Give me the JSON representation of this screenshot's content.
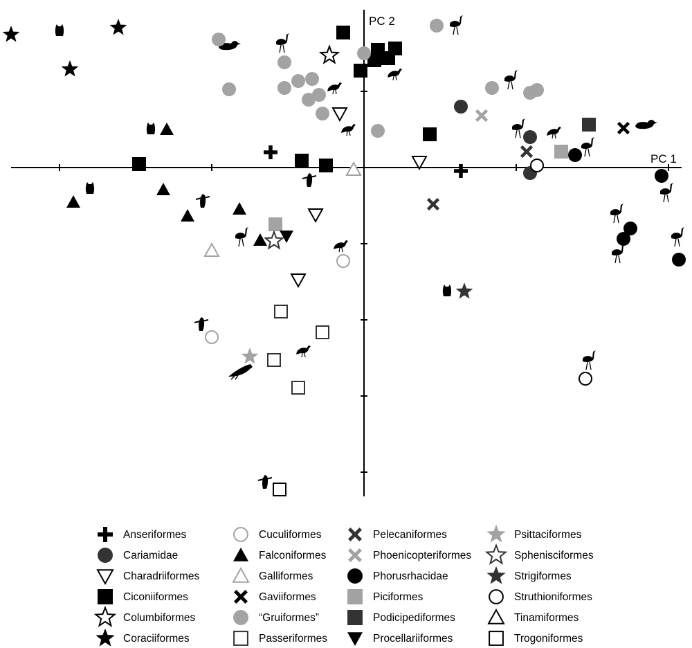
{
  "chart_data": {
    "type": "scatter",
    "title": "",
    "xlabel": "PC 1",
    "ylabel": "PC 2",
    "xlim": [
      -5.2,
      4.6
    ],
    "ylim": [
      -4.7,
      2.2
    ],
    "grid": false,
    "legend_position": "bottom",
    "ticks": {
      "x": [
        -4.4,
        -2.2,
        2.2,
        4.4
      ],
      "y": [
        -4.4,
        -3.3,
        -2.2,
        -1.1,
        1.1
      ]
    },
    "colors": {
      "black": "#000000",
      "dark": "#333333",
      "gray": "#a3a3a3"
    },
    "legend": [
      {
        "label": "Anseriformes",
        "marker": "plus",
        "color": "#000000"
      },
      {
        "label": "Cariamidae",
        "marker": "circle",
        "color": "#333333"
      },
      {
        "label": "Charadriiformes",
        "marker": "triangle-down-open",
        "color": "#000000"
      },
      {
        "label": "Ciconiiformes",
        "marker": "square",
        "color": "#000000"
      },
      {
        "label": "Columbiformes",
        "marker": "star-open",
        "color": "#000000"
      },
      {
        "label": "Coraciiformes",
        "marker": "star",
        "color": "#000000"
      },
      {
        "label": "Cuculiformes",
        "marker": "circle-open",
        "color": "#a3a3a3"
      },
      {
        "label": "Falconiformes",
        "marker": "triangle-up",
        "color": "#000000"
      },
      {
        "label": "Galliformes",
        "marker": "triangle-up-open",
        "color": "#a3a3a3"
      },
      {
        "label": "Gaviiformes",
        "marker": "cross",
        "color": "#000000"
      },
      {
        "label": "“Gruiformes”",
        "marker": "circle",
        "color": "#a3a3a3"
      },
      {
        "label": "Passeriformes",
        "marker": "square-open",
        "color": "#333333"
      },
      {
        "label": "Pelecaniformes",
        "marker": "cross",
        "color": "#333333"
      },
      {
        "label": "Phoenicopteriformes",
        "marker": "cross",
        "color": "#a3a3a3"
      },
      {
        "label": "Phorusrhacidae",
        "marker": "circle",
        "color": "#000000"
      },
      {
        "label": "Piciformes",
        "marker": "square",
        "color": "#a3a3a3"
      },
      {
        "label": "Podicipediformes",
        "marker": "square",
        "color": "#333333"
      },
      {
        "label": "Procellariiformes",
        "marker": "triangle-down",
        "color": "#000000"
      },
      {
        "label": "Psittaciformes",
        "marker": "star",
        "color": "#a3a3a3"
      },
      {
        "label": "Sphenisciformes",
        "marker": "star-open",
        "color": "#333333"
      },
      {
        "label": "Strigiformes",
        "marker": "star",
        "color": "#333333"
      },
      {
        "label": "Struthioniformes",
        "marker": "circle-open",
        "color": "#000000"
      },
      {
        "label": "Tinamiformes",
        "marker": "triangle-up-open",
        "color": "#000000"
      },
      {
        "label": "Trogoniformes",
        "marker": "square-open",
        "color": "#000000"
      }
    ],
    "series": [
      {
        "name": "Anseriformes",
        "points": [
          [
            -1.35,
            0.22
          ],
          [
            1.4,
            -0.05
          ]
        ]
      },
      {
        "name": "Cariamidae",
        "points": [
          [
            1.4,
            0.88
          ],
          [
            2.4,
            0.44
          ],
          [
            2.4,
            -0.08
          ]
        ]
      },
      {
        "name": "Charadriiformes",
        "points": [
          [
            -0.35,
            0.78
          ],
          [
            0.8,
            0.08
          ],
          [
            -0.7,
            -0.68
          ],
          [
            -0.95,
            -1.62
          ]
        ]
      },
      {
        "name": "Ciconiiformes",
        "points": [
          [
            -3.25,
            0.05
          ],
          [
            -0.9,
            0.1
          ],
          [
            -0.55,
            0.03
          ],
          [
            0.95,
            0.48
          ],
          [
            -0.3,
            1.95
          ],
          [
            0.2,
            1.7
          ],
          [
            0.45,
            1.72
          ],
          [
            -0.05,
            1.4
          ],
          [
            0.15,
            1.55
          ],
          [
            0.35,
            1.58
          ]
        ]
      },
      {
        "name": "Columbiformes",
        "points": [
          [
            -0.5,
            1.62
          ]
        ]
      },
      {
        "name": "Coraciiformes",
        "points": [
          [
            -5.1,
            1.92
          ],
          [
            -3.55,
            2.02
          ],
          [
            -4.25,
            1.42
          ]
        ]
      },
      {
        "name": "Cuculiformes",
        "points": [
          [
            -0.3,
            -1.35
          ],
          [
            -2.2,
            -2.45
          ]
        ]
      },
      {
        "name": "Falconiformes",
        "points": [
          [
            -2.85,
            0.55
          ],
          [
            -4.2,
            -0.5
          ],
          [
            -2.9,
            -0.32
          ],
          [
            -2.55,
            -0.7
          ],
          [
            -1.8,
            -0.6
          ],
          [
            -1.5,
            -1.05
          ]
        ]
      },
      {
        "name": "Galliformes",
        "points": [
          [
            -0.15,
            -0.03
          ],
          [
            -2.2,
            -1.2
          ]
        ]
      },
      {
        "name": "Gaviiformes",
        "points": [
          [
            3.75,
            0.57
          ]
        ]
      },
      {
        "name": "“Gruiformes”",
        "points": [
          [
            -2.1,
            1.85
          ],
          [
            -1.15,
            1.52
          ],
          [
            -0.95,
            1.25
          ],
          [
            -0.8,
            0.98
          ],
          [
            -0.6,
            0.78
          ],
          [
            0.2,
            0.53
          ],
          [
            -1.95,
            1.13
          ],
          [
            -1.15,
            1.15
          ],
          [
            -0.75,
            1.28
          ],
          [
            -0.65,
            1.05
          ],
          [
            0.0,
            1.65
          ],
          [
            1.05,
            2.05
          ],
          [
            1.85,
            1.15
          ],
          [
            2.4,
            1.08
          ],
          [
            2.5,
            1.12
          ]
        ]
      },
      {
        "name": "Passeriformes",
        "points": [
          [
            -1.2,
            -2.08
          ],
          [
            -0.6,
            -2.38
          ],
          [
            -1.3,
            -2.78
          ],
          [
            -0.95,
            -3.18
          ]
        ]
      },
      {
        "name": "Pelecaniformes",
        "points": [
          [
            2.35,
            0.23
          ],
          [
            1.0,
            -0.53
          ]
        ]
      },
      {
        "name": "Phoenicopteriformes",
        "points": [
          [
            1.7,
            0.75
          ]
        ]
      },
      {
        "name": "Phorusrhacidae",
        "points": [
          [
            3.05,
            0.18
          ],
          [
            4.3,
            -0.12
          ],
          [
            3.85,
            -0.88
          ],
          [
            3.75,
            -1.03
          ],
          [
            4.55,
            -1.33
          ]
        ]
      },
      {
        "name": "Piciformes",
        "points": [
          [
            -1.28,
            -0.82
          ],
          [
            2.85,
            0.23
          ]
        ]
      },
      {
        "name": "Podicipediformes",
        "points": [
          [
            3.25,
            0.62
          ]
        ]
      },
      {
        "name": "Procellariiformes",
        "points": [
          [
            -1.12,
            -0.99
          ]
        ]
      },
      {
        "name": "Psittaciformes",
        "points": [
          [
            -1.65,
            -2.73
          ]
        ]
      },
      {
        "name": "Sphenisciformes",
        "points": [
          [
            -1.3,
            -1.06
          ]
        ]
      },
      {
        "name": "Strigiformes",
        "points": [
          [
            1.45,
            -1.79
          ]
        ]
      },
      {
        "name": "Struthioniformes",
        "points": [
          [
            2.5,
            0.03
          ],
          [
            3.2,
            -3.05
          ]
        ]
      },
      {
        "name": "Tinamiformes",
        "points": []
      },
      {
        "name": "Trogoniformes",
        "points": [
          [
            -1.22,
            -4.65
          ]
        ]
      }
    ]
  }
}
